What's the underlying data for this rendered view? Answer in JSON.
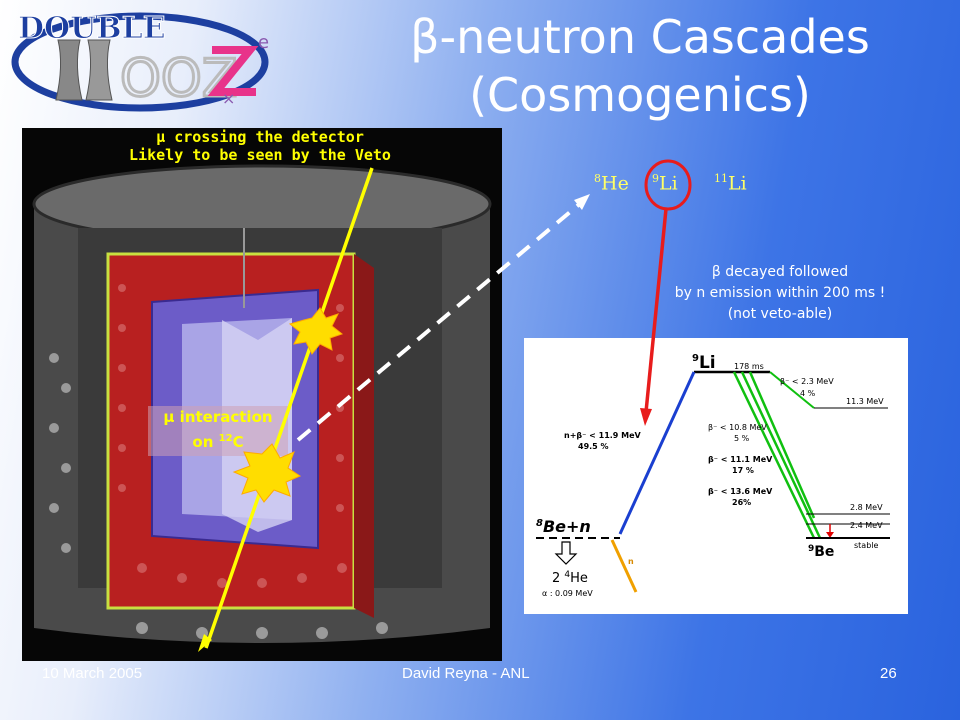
{
  "slide": {
    "title_line1": "β-neutron Cascades",
    "title_line2": "(Cosmogenics)",
    "colors": {
      "background_accent": "#2a63de",
      "title": "#ffffff",
      "caption": "#ffff00",
      "muon_track": "#ffff00",
      "arrow": "#e81c1c"
    }
  },
  "logo": {
    "text_top": "DOUBLE",
    "text_main": "OOZ",
    "text_e": "e",
    "text_x": "×"
  },
  "detector": {
    "muon_caption_line1": "μ crossing the detector",
    "muon_caption_line2": "Likely to be seen by the Veto",
    "interaction_line1": "μ interaction",
    "interaction_line2_prefix": "on ",
    "interaction_sup": "12",
    "interaction_line2_suffix": "C"
  },
  "isotopes": [
    {
      "sup": "8",
      "name": "He"
    },
    {
      "sup": "9",
      "name": "Li"
    },
    {
      "sup": "11",
      "name": "Li"
    }
  ],
  "beta_caption": {
    "line1": "β decayed followed",
    "line2": "by n emission within 200 ms !",
    "line3": "(not veto-able)"
  },
  "decay_scheme": {
    "li9_sup": "9",
    "li9_name": "Li",
    "li9_halflife": "178 ms",
    "be8_sup": "8",
    "be8_name": "Be+n",
    "he4_prefix": "2 ",
    "he4_sup": "4",
    "he4_name": "He",
    "alpha_label": "α : 0.09 MeV",
    "be9_sup": "9",
    "be9_name": "Be",
    "stable": "stable",
    "n_label": "n",
    "left_branch_line1": "n+β⁻ < 11.9 MeV",
    "left_branch_line2": "49.5 %",
    "b1_line1": "β⁻ < 2.3 MeV",
    "b1_line2": "4 %",
    "level1": "11.3 MeV",
    "b2_line1": "β⁻ < 10.8 MeV",
    "b2_line2": "5 %",
    "b3_line1": "β⁻ < 11.1 MeV",
    "b3_line2": "17 %",
    "b4_line1": "β⁻ < 13.6 MeV",
    "b4_line2": "26%",
    "level2": "2.8 MeV",
    "level3": "2.4 MeV"
  },
  "footer": {
    "date": "10 March 2005",
    "author": "David Reyna - ANL",
    "page": "26"
  }
}
